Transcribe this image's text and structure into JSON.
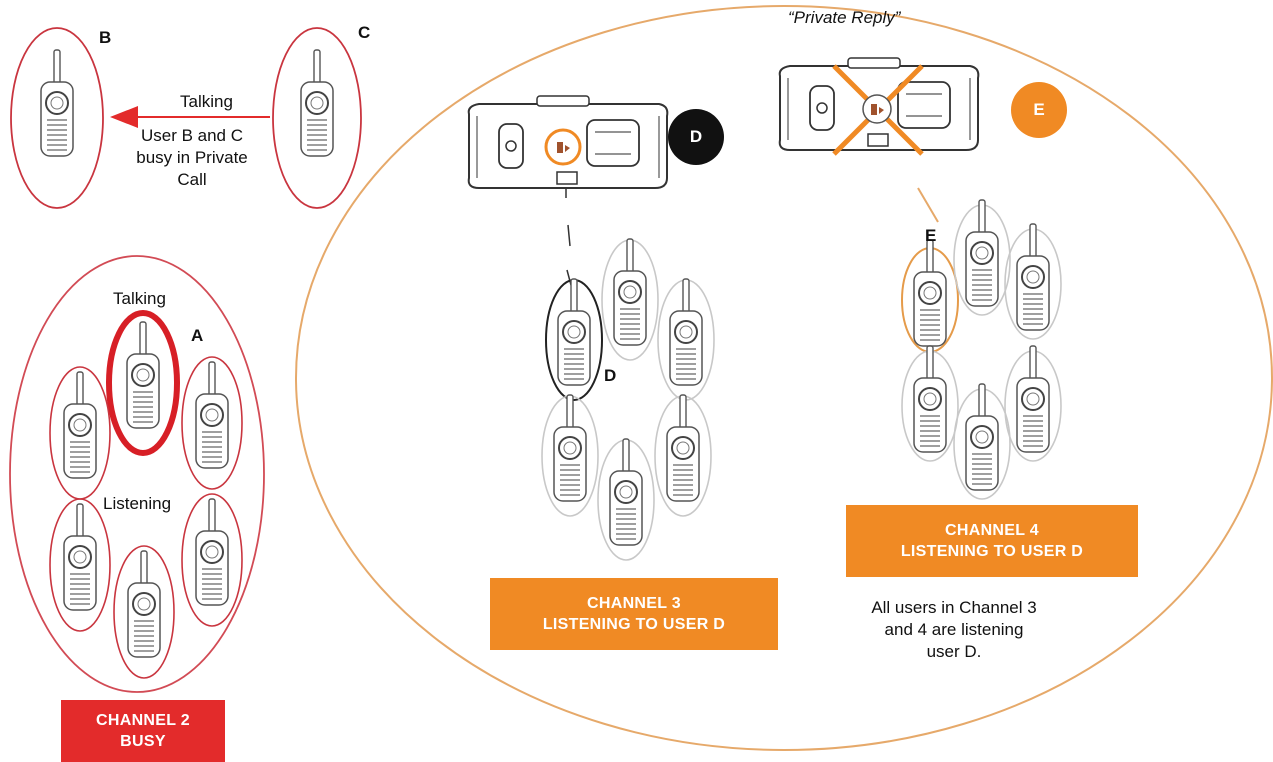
{
  "labels": {
    "b": "B",
    "c": "C",
    "talking_bc": "Talking",
    "busy_note": [
      "User B and C",
      "busy in Private",
      "Call"
    ],
    "talking_a": "Talking",
    "a": "A",
    "listening": "Listening",
    "d_radio": "D",
    "e_radio": "E",
    "private_reply": "“Private Reply”",
    "note": [
      "All users in Channel 3",
      "and 4 are listening",
      "user D."
    ]
  },
  "badges": {
    "d": "D",
    "e": "E"
  },
  "channels": {
    "ch2": [
      "CHANNEL 2",
      "BUSY"
    ],
    "ch3": [
      "CHANNEL 3",
      "LISTENING TO USER D"
    ],
    "ch4": [
      "CHANNEL 4",
      "LISTENING TO USER D"
    ]
  },
  "colors": {
    "busy_red": "#e32b2b",
    "ring_red": "#c9353f",
    "orange": "#f08a24",
    "gray_ring": "#c8c8c8",
    "black": "#111111"
  },
  "icons": [
    "walkie-talkie-icon",
    "radio-topview-icon",
    "private-button-icon",
    "arrow-icon"
  ]
}
